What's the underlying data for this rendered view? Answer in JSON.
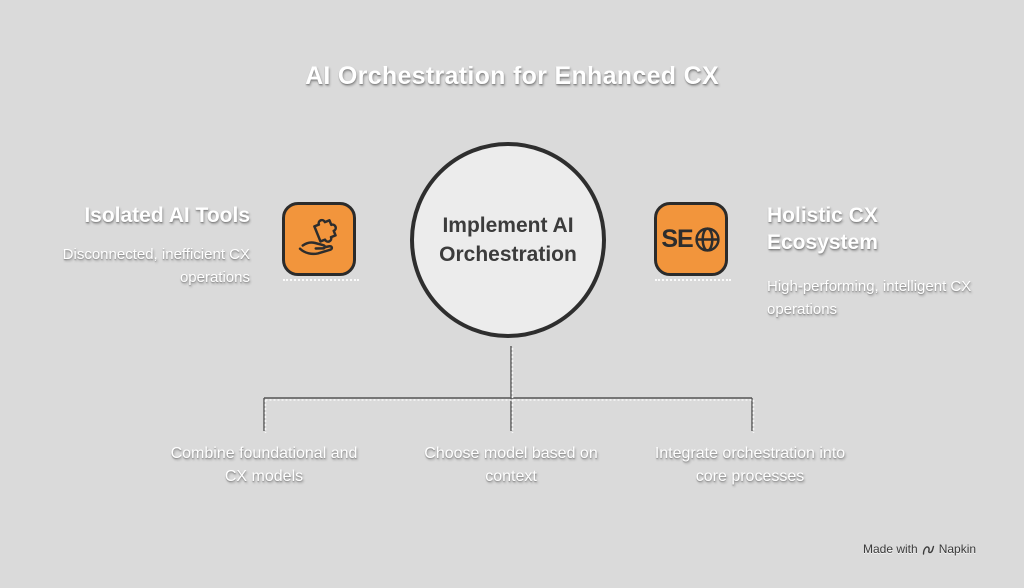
{
  "title": "AI Orchestration for Enhanced CX",
  "colors": {
    "background": "#dadada",
    "accent_orange": "#f2953c",
    "outline_dark": "#2b2b2b",
    "circle_fill": "#ececec",
    "text_white": "#ffffff",
    "text_dark": "#3c3c3c"
  },
  "left": {
    "heading": "Isolated AI Tools",
    "subtitle": "Disconnected, inefficient CX operations",
    "icon": "hand-puzzle-icon"
  },
  "center": {
    "label": "Implement AI Orchestration"
  },
  "right": {
    "heading": "Holistic CX Ecosystem",
    "subtitle": "High-performing, intelligent CX operations",
    "icon": "seo-globe-icon",
    "icon_text": "SE"
  },
  "steps": [
    {
      "label": "Combine foundational and CX models"
    },
    {
      "label": "Choose model based on context"
    },
    {
      "label": "Integrate orchestration into core processes"
    }
  ],
  "watermark": {
    "prefix": "Made with",
    "brand": "Napkin",
    "icon": "pen-icon"
  }
}
